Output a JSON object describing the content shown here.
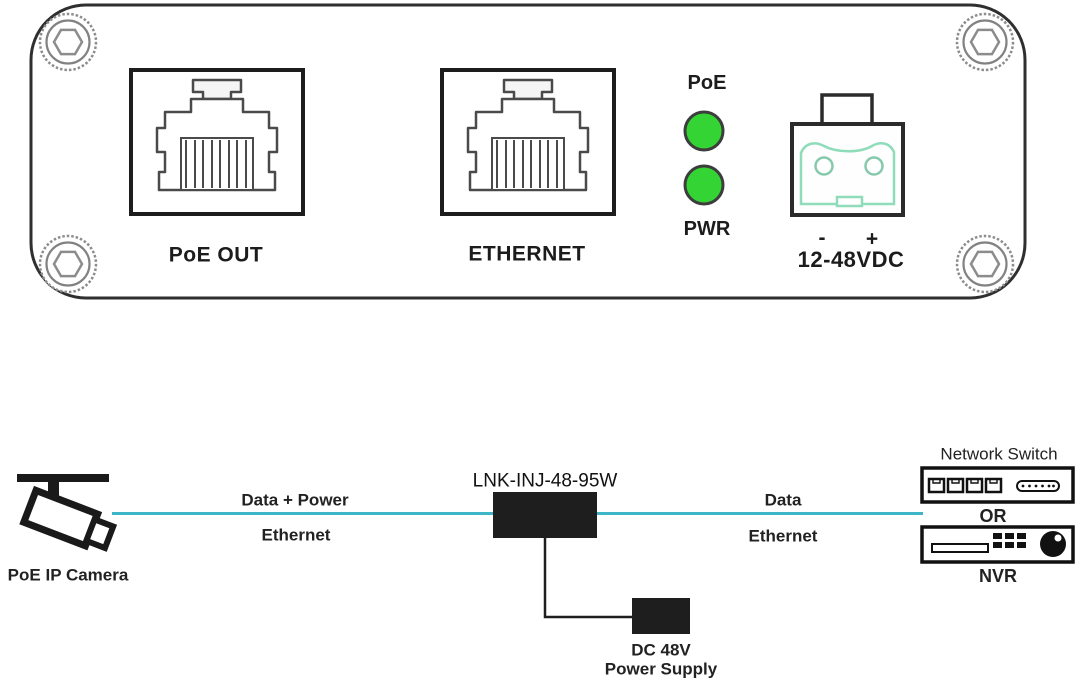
{
  "device_panel": {
    "port_poe_out_label": "PoE OUT",
    "port_ethernet_label": "ETHERNET",
    "led_poe_label": "PoE",
    "led_pwr_label": "PWR",
    "dc_minus": "-",
    "dc_plus": "+",
    "dc_voltage_label": "12-48VDC"
  },
  "diagram": {
    "camera_label": "PoE IP Camera",
    "camera_to_injector": {
      "line1": "Data + Power",
      "line2": "Ethernet"
    },
    "injector_model": "LNK-INJ-48-95W",
    "injector_to_switch": {
      "line1": "Data",
      "line2": "Ethernet"
    },
    "network_switch_label": "Network Switch",
    "or_label": "OR",
    "nvr_label": "NVR",
    "power_supply": {
      "line1": "DC 48V",
      "line2": "Power Supply"
    }
  },
  "colors": {
    "led_green": "#35d435",
    "ethernet_line_cyan": "#3fb6c7",
    "terminal_mint": "#8fdcbb",
    "outline_black": "#1a1a1a"
  }
}
